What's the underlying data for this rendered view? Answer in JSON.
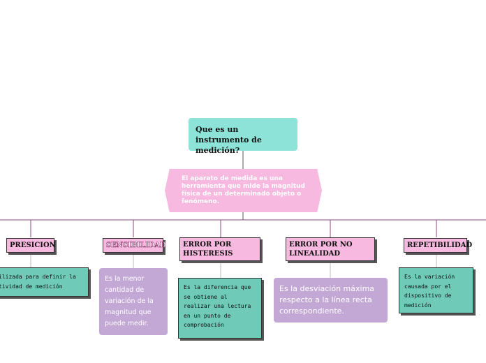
{
  "root": {
    "text": "Que es un instrumento de medición?"
  },
  "definition": {
    "text": "El aparato de medida es una herramienta que mide la magnitud física de un determinado objeto o fenómeno."
  },
  "branches": [
    {
      "label": "PRESICION",
      "description": "ilizada para definir la tividad de medición"
    },
    {
      "label": "SENSIBILIDAD",
      "description": "Es la menor cantidad de variación de la magnitud que puede medir."
    },
    {
      "label": "ERROR POR HISTERESIS",
      "description": "Es la diferencia que se obtiene al realizar una lectura en un punto de comprobación"
    },
    {
      "label": "ERROR POR NO LINEALIDAD",
      "description": "Es la desviación máxima respecto a la línea recta correspondiente."
    },
    {
      "label": "REPETIBILIDAD",
      "description": "Es la variación causada por el dispositivo de medición"
    }
  ],
  "colors": {
    "root": "#8de3d8",
    "definition": "#f7b9df",
    "label": "#f7b9df",
    "teal_box": "#6fcab8",
    "purple_box": "#c3a8d6",
    "connector": "#8a4a7a"
  }
}
